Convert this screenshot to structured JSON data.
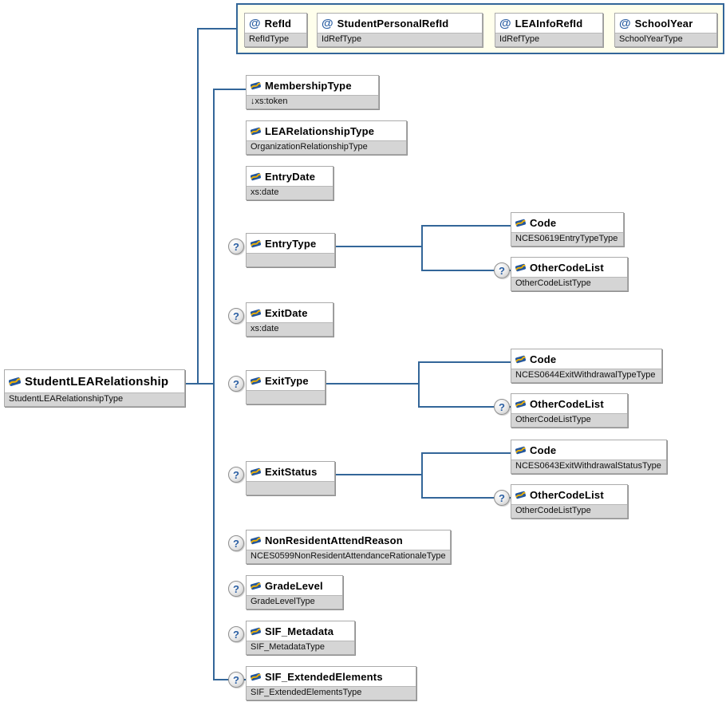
{
  "glyphs": {
    "attribute": "@",
    "optional": "?"
  },
  "colors": {
    "connector": "#336699",
    "attribute_group_background": "#FFFFEC",
    "type_strip": "#D5D5D5",
    "icon_blue": "#24579D",
    "icon_yellow": "#F2B200",
    "attribute_glyph_blue": "#2B5FA3"
  },
  "root": {
    "name": "StudentLEARelationship",
    "type": "StudentLEARelationshipType"
  },
  "attributes": [
    {
      "name": "RefId",
      "type": "RefIdType"
    },
    {
      "name": "StudentPersonalRefId",
      "type": "IdRefType"
    },
    {
      "name": "LEAInfoRefId",
      "type": "IdRefType"
    },
    {
      "name": "SchoolYear",
      "type": "SchoolYearType"
    }
  ],
  "children": [
    {
      "name": "MembershipType",
      "type": "↓xs:token",
      "optional": false
    },
    {
      "name": "LEARelationshipType",
      "type": "OrganizationRelationshipType",
      "optional": false
    },
    {
      "name": "EntryDate",
      "type": "xs:date",
      "optional": false
    },
    {
      "name": "EntryType",
      "type": "",
      "optional": true
    },
    {
      "name": "ExitDate",
      "type": "xs:date",
      "optional": true
    },
    {
      "name": "ExitType",
      "type": "",
      "optional": true
    },
    {
      "name": "ExitStatus",
      "type": "",
      "optional": true
    },
    {
      "name": "NonResidentAttendReason",
      "type": "NCES0599NonResidentAttendanceRationaleType",
      "optional": true
    },
    {
      "name": "GradeLevel",
      "type": "GradeLevelType",
      "optional": true
    },
    {
      "name": "SIF_Metadata",
      "type": "SIF_MetadataType",
      "optional": true
    },
    {
      "name": "SIF_ExtendedElements",
      "type": "SIF_ExtendedElementsType",
      "optional": true
    }
  ],
  "subelements": {
    "entry_type": {
      "code": {
        "name": "Code",
        "type": "NCES0619EntryTypeType",
        "optional": false
      },
      "other_code_list": {
        "name": "OtherCodeList",
        "type": "OtherCodeListType",
        "optional": true
      }
    },
    "exit_type": {
      "code": {
        "name": "Code",
        "type": "NCES0644ExitWithdrawalTypeType",
        "optional": false
      },
      "other_code_list": {
        "name": "OtherCodeList",
        "type": "OtherCodeListType",
        "optional": true
      }
    },
    "exit_status": {
      "code": {
        "name": "Code",
        "type": "NCES0643ExitWithdrawalStatusType",
        "optional": false
      },
      "other_code_list": {
        "name": "OtherCodeList",
        "type": "OtherCodeListType",
        "optional": true
      }
    }
  }
}
